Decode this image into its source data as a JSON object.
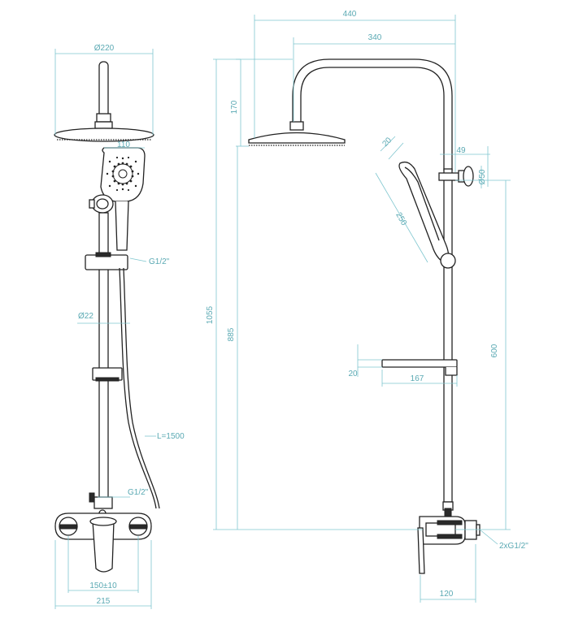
{
  "colors": {
    "dimension": "#5aa9b3",
    "outline": "#222222",
    "background": "#ffffff"
  },
  "dimensions": {
    "head_diameter": "Ø220",
    "handshower_width": "110",
    "thread_top": "G1/2\"",
    "rail_diameter": "Ø22",
    "hose_length": "L=1500",
    "thread_bottom": "G1/2\"",
    "center_distance": "150±10",
    "mixer_width": "215",
    "total_width": "440",
    "arm_reach": "340",
    "head_drop": "170",
    "total_height": "1055",
    "rail_height": "885",
    "hand_head_width": "20",
    "handshower_length": "250",
    "holder_offset": "49",
    "holder_diameter": "Ø50",
    "shelf_height": "600",
    "shelf_thickness": "20",
    "shelf_depth": "167",
    "connections": "2xG1/2\"",
    "mixer_depth": "120"
  }
}
